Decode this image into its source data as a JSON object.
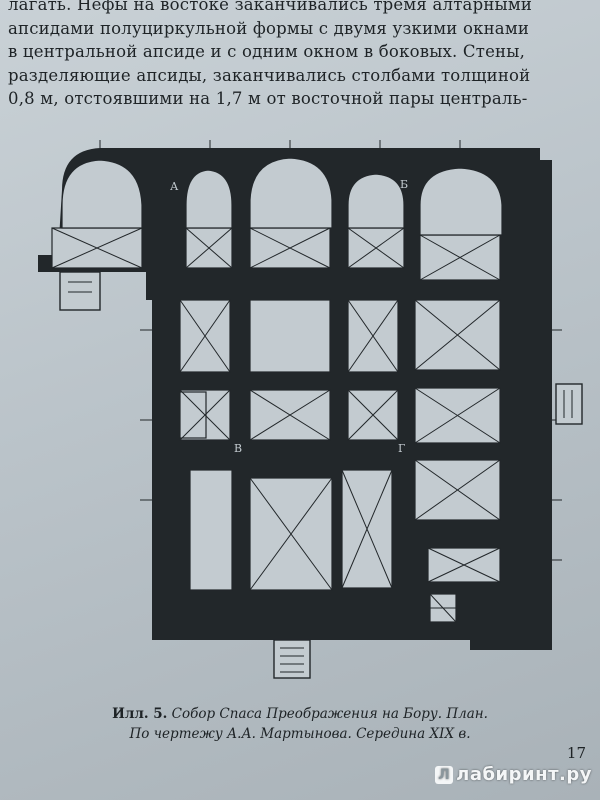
{
  "body_text": {
    "lines": [
      "лагать. Нефы на востоке заканчивались тремя алтарными",
      "апсидами полуциркульной формы с двумя узкими окнами",
      "в центральной апсиде и с одним окном в боковых. Стены,",
      "разделяющие апсиды, заканчивались столбами толщиной",
      "0,8 м, отстоявшими на 1,7 м от восточной пары централь-"
    ]
  },
  "figure": {
    "plan_labels": [
      "А",
      "Б",
      "В",
      "Г"
    ]
  },
  "caption": {
    "label": "Илл. 5.",
    "line1": "Собор Спаса Преображения на Бору. План.",
    "line2": "По чертежу А.А. Мартынова. Середина XIX в."
  },
  "page_number": "17",
  "watermark": "лабиринт.ру",
  "colors": {
    "ink": "#1e2326",
    "paper": "#c3cbd0"
  }
}
